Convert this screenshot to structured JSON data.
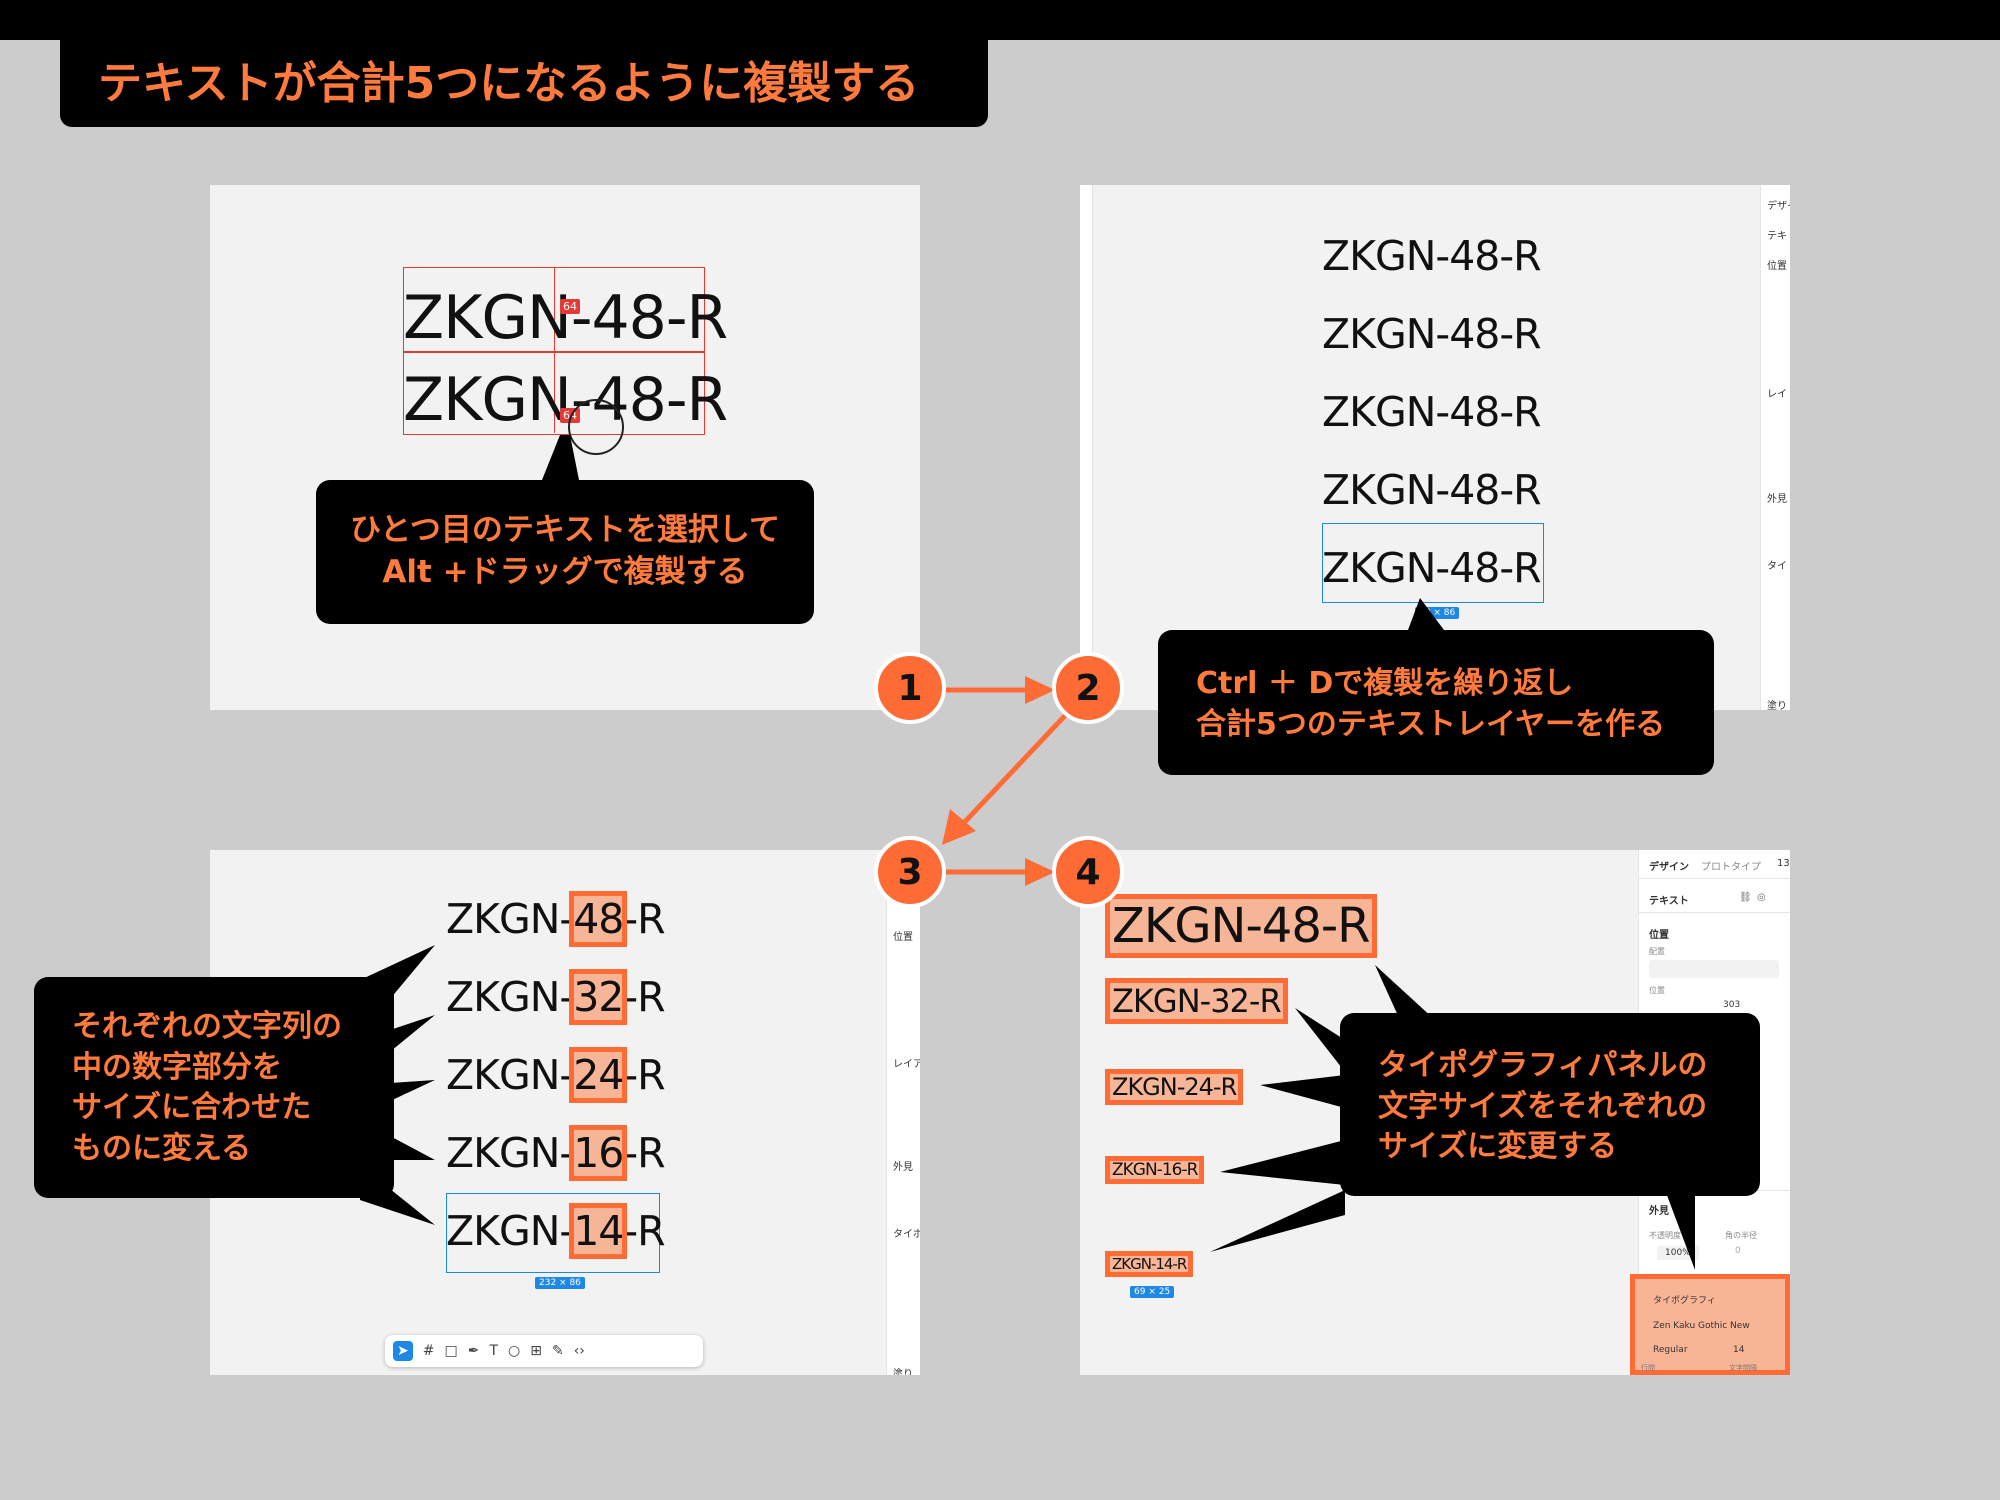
{
  "title": "テキストが合計5つになるように複製する",
  "steps": [
    "1",
    "2",
    "3",
    "4"
  ],
  "panel1": {
    "text_a": "ZKGN-48-R",
    "text_b": "ZKGN-48-R",
    "badge": "64",
    "callout_line1": "ひとつ目のテキストを選択して",
    "callout_line2": "Alt +ドラッグで複製する"
  },
  "panel2": {
    "texts": [
      "ZKGN-48-R",
      "ZKGN-48-R",
      "ZKGN-48-R",
      "ZKGN-48-R",
      "ZKGN-48-R"
    ],
    "size_label": "98 × 86",
    "callout_line1": "Ctrl ＋ Dで複製を繰り返し",
    "callout_line2": "合計5つのテキストレイヤーを作る",
    "sidebar_labels": [
      "デザイ",
      "テキ",
      "位置",
      "レイ",
      "外見",
      "タイ",
      "塗り"
    ]
  },
  "panel3": {
    "rows": [
      {
        "prefix": "ZKGN-",
        "num": "48",
        "suffix": "-R"
      },
      {
        "prefix": "ZKGN-",
        "num": "32",
        "suffix": "-R"
      },
      {
        "prefix": "ZKGN-",
        "num": "24",
        "suffix": "-R"
      },
      {
        "prefix": "ZKGN-",
        "num": "16",
        "suffix": "-R"
      },
      {
        "prefix": "ZKGN-",
        "num": "14",
        "suffix": "-R"
      }
    ],
    "size_label": "232 × 86",
    "callout_line1": "それぞれの文字列の",
    "callout_line2": "中の数字部分を",
    "callout_line3": "サイズに合わせた",
    "callout_line4": "ものに変える",
    "sidebar_labels": [
      "位置",
      "レイア",
      "外見",
      "タイポ",
      "塗り"
    ]
  },
  "panel4": {
    "texts": [
      "ZKGN-48-R",
      "ZKGN-32-R",
      "ZKGN-24-R",
      "ZKGN-16-R",
      "ZKGN-14-R"
    ],
    "size_label": "69 × 25",
    "callout_line1": "タイポグラフィパネルの",
    "callout_line2": "文字サイズをそれぞれの",
    "callout_line3": "サイズに変更する",
    "sidebar": {
      "tab_design": "デザイン",
      "tab_prototype": "プロトタイプ",
      "zoom": "13",
      "section_text": "テキスト",
      "section_position": "位置",
      "align_label": "配置",
      "position_label": "位置",
      "y_value": "303",
      "section_appearance": "外見",
      "opacity_label": "不透明度",
      "corner_label": "角の半径",
      "opacity_value": "100%",
      "corner_value": "0",
      "section_typography": "タイポグラフィ",
      "font_name": "Zen Kaku Gothic New",
      "font_weight": "Regular",
      "font_size": "14",
      "line_height_label": "行間",
      "letter_spacing_label": "文字間隔"
    }
  },
  "colors": {
    "accent": "#ff6b35",
    "callout_bg": "#000000",
    "page_bg": "#cccccc",
    "panel_bg": "#f2f2f2",
    "selection_blue": "#1e88e5",
    "highlight_fill": "#f6b596"
  }
}
